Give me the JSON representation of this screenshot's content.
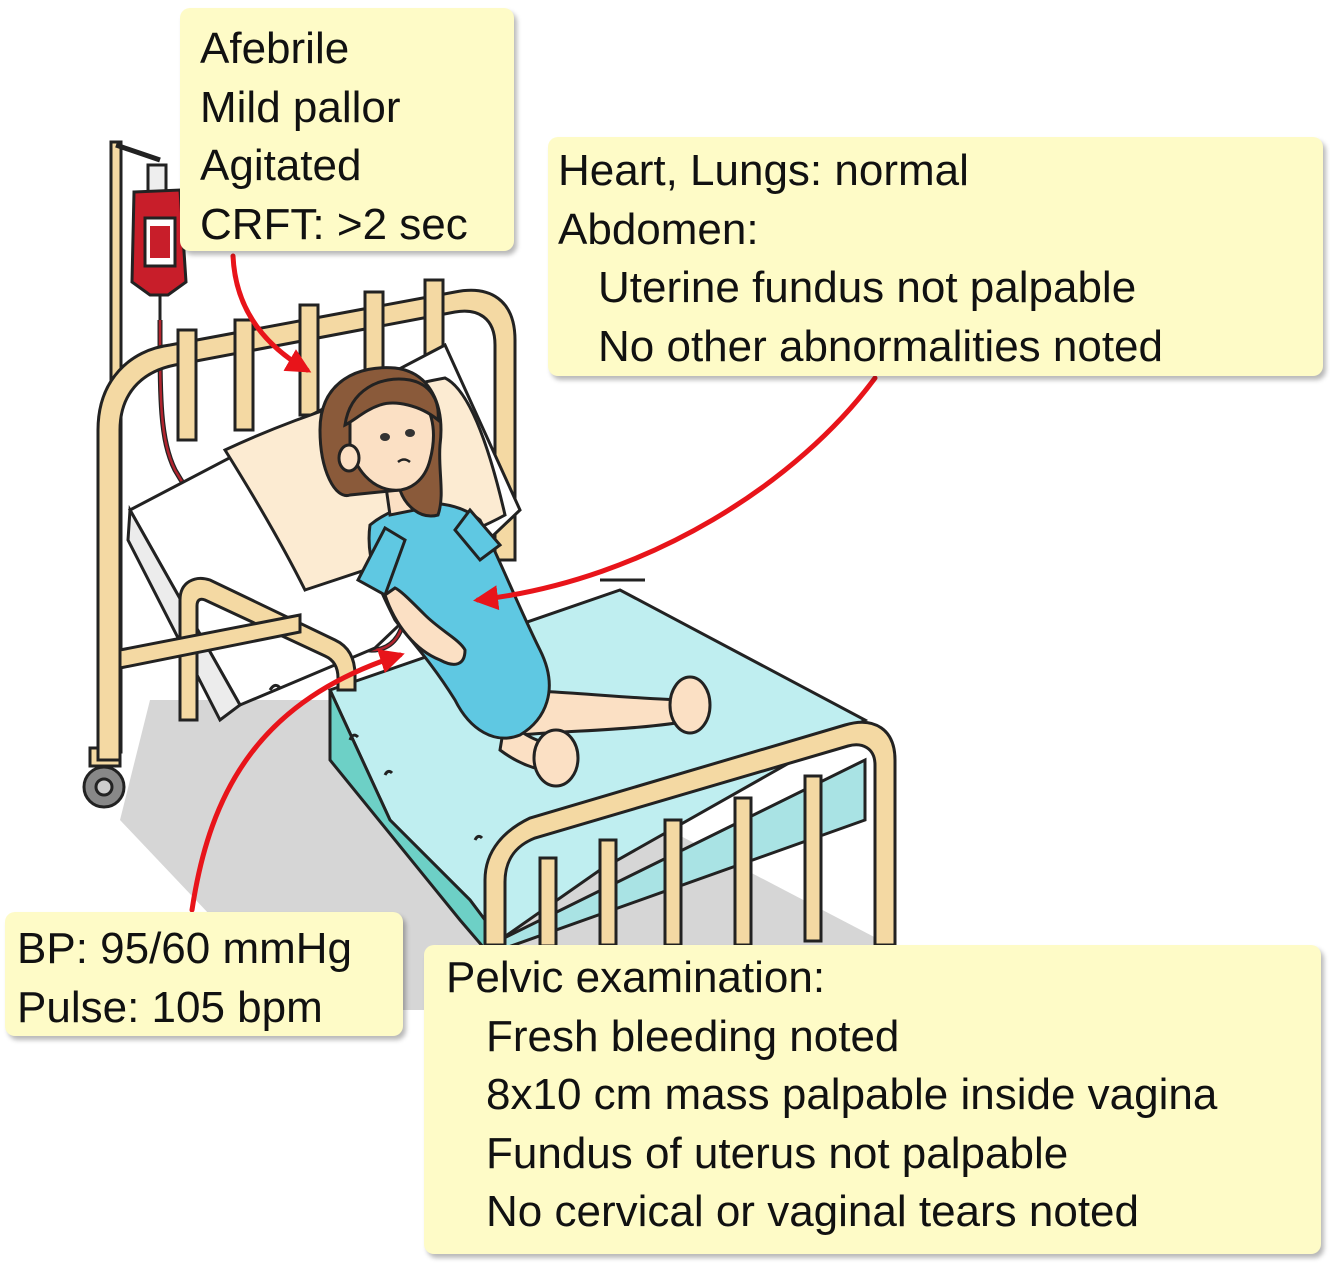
{
  "notes": {
    "general": {
      "lines": [
        "Afebrile",
        "Mild pallor",
        "Agitated",
        "CRFT: >2 sec"
      ]
    },
    "chest_abdomen": {
      "line1": "Heart, Lungs: normal",
      "line2": "Abdomen:",
      "line3": "Uterine fundus not palpable",
      "line4": "No other abnormalities noted"
    },
    "vitals": {
      "bp": "BP: 95/60 mmHg",
      "pulse": "Pulse: 105 bpm"
    },
    "pelvic": {
      "heading": "Pelvic examination:",
      "items": [
        "Fresh bleeding noted",
        "8x10 cm mass palpable inside vagina",
        "Fundus of uterus not palpable",
        "No cervical or vaginal tears noted"
      ]
    }
  },
  "colors": {
    "note_background": "#fefbc7",
    "arrow": "#e8141a",
    "bed_frame": "#f4d9a3",
    "sheet": "#bfeef0",
    "gown": "#5fc8e2",
    "hair": "#8a5a3a",
    "blood_bag": "#c81e2a"
  }
}
